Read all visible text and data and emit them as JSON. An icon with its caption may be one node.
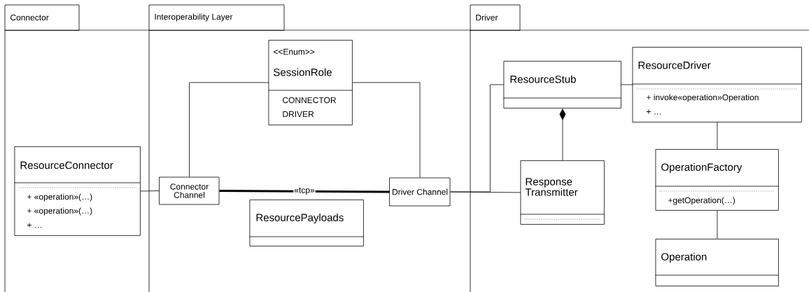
{
  "diagram": {
    "nodes": [
      {
        "text": [
          "Connector"
        ]
      },
      {
        "text": [
          "Interoperability Layer"
        ]
      },
      {
        "text": [
          "Driver"
        ]
      },
      {
        "text": [
          "ResourceConnector",
          "+ «operation»(…)",
          "+ «operation»(…)",
          "+ …"
        ],
        "in": 0
      },
      {
        "text": [
          "<<Enum>>",
          "SessionRole",
          "CONNECTOR",
          "DRIVER"
        ],
        "in": 1
      },
      {
        "text": [
          "Connector Channel"
        ],
        "in": 1
      },
      {
        "text": [
          "Driver Channel"
        ],
        "in": 1
      },
      {
        "text": [
          "ResourcePayloads"
        ],
        "in": 1
      },
      {
        "text": [
          "ResourceStub"
        ],
        "in": 2
      },
      {
        "text": [
          "ResourceDriver",
          "+ invoke«operation»Operation",
          "+ …"
        ],
        "in": 2
      },
      {
        "text": [
          "Response Transmitter"
        ],
        "in": 2
      },
      {
        "text": [
          "OperationFactory",
          "+getOperation(…)"
        ],
        "in": 2
      },
      {
        "text": [
          "Operation"
        ],
        "in": 2
      }
    ],
    "edges": [
      {
        "from": 3,
        "to": 5,
        "arrow": "none"
      },
      {
        "from": 5,
        "to": 4,
        "arrow": "none"
      },
      {
        "from": 4,
        "to": 6,
        "arrow": "none"
      },
      {
        "from": 5,
        "to": 6,
        "arrow": "none",
        "label": "«tcp»",
        "style": "thick"
      },
      {
        "from": 6,
        "to": 8,
        "arrow": "none"
      },
      {
        "from": 6,
        "to": 10,
        "arrow": "none"
      },
      {
        "from": 8,
        "to": 9,
        "arrow": "none"
      },
      {
        "from": 10,
        "to": 8,
        "arrow": "other"
      },
      {
        "from": 9,
        "to": 11,
        "arrow": "none"
      },
      {
        "from": 11,
        "to": 12,
        "arrow": "none"
      }
    ]
  }
}
